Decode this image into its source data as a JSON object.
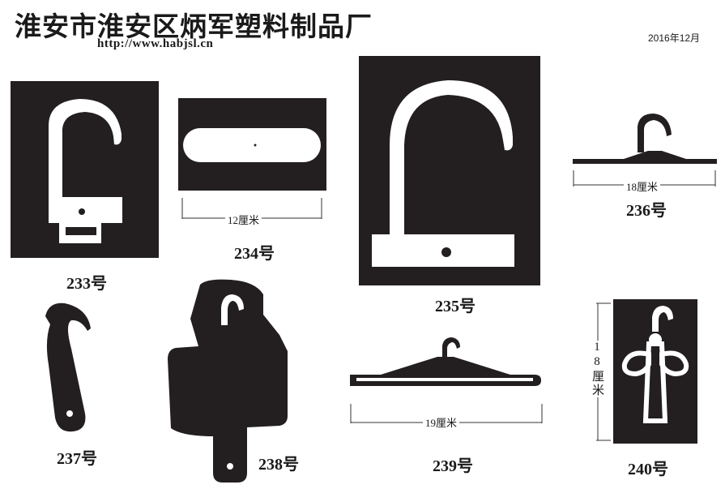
{
  "header": {
    "company": "淮安市淮安区炳军塑料制品厂",
    "url": "http://www.habjsl.cn",
    "date": "2016年12月"
  },
  "products": [
    {
      "label": "233号"
    },
    {
      "label": "234号",
      "dimension": "12厘米"
    },
    {
      "label": "235号"
    },
    {
      "label": "236号",
      "dimension": "18厘米"
    },
    {
      "label": "237号"
    },
    {
      "label": "238号"
    },
    {
      "label": "239号",
      "dimension": "19厘米"
    },
    {
      "label": "240号",
      "dimension": "18厘米"
    }
  ],
  "colors": {
    "panel": "#231f20",
    "hook": "#ffffff"
  }
}
